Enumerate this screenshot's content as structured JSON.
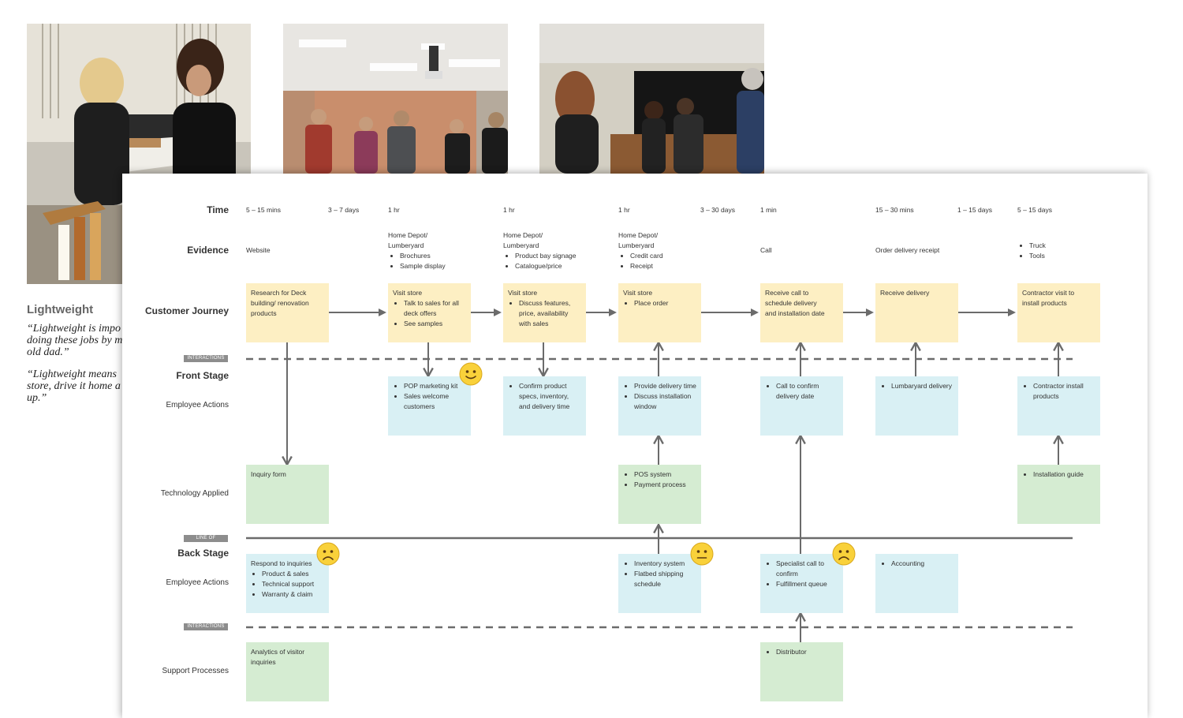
{
  "side": {
    "heading": "Lightweight",
    "quote1": [
      "“Lightweight is impo",
      "doing these jobs by m",
      "old dad.”"
    ],
    "quote2": [
      "“Lightweight means",
      "store, drive it home a",
      "up.”"
    ]
  },
  "board": {
    "rows": {
      "time": "Time",
      "evidence": "Evidence",
      "journey": "Customer Journey",
      "front_stage": "Front Stage",
      "front_sub": "Employee Actions",
      "technology": "Technology Applied",
      "back_stage": "Back Stage",
      "back_sub": "Employee Actions",
      "support": "Support Processes"
    },
    "tags": {
      "interactions_1": "INTERACTIONS",
      "visibility": "LINE OF VISIBILITY",
      "interactions_2": "INTERACTIONS"
    },
    "times": [
      "5 – 15 mins",
      "3 – 7 days",
      "1 hr",
      "1 hr",
      "1 hr",
      "3 – 30 days",
      "1 min",
      "15 – 30 mins",
      "1 – 15 days",
      "5 – 15 days"
    ],
    "evidence": {
      "website": "Website",
      "depot1": {
        "title": [
          "Home Depot/",
          "Lumberyard"
        ],
        "items": [
          "Brochures",
          "Sample display"
        ]
      },
      "depot2": {
        "title": [
          "Home Depot/",
          "Lumberyard"
        ],
        "items": [
          "Product bay signage",
          "Catalogue/price"
        ]
      },
      "depot3": {
        "title": [
          "Home Depot/",
          "Lumberyard"
        ],
        "items": [
          "Credit card",
          "Receipt"
        ]
      },
      "call": "Call",
      "receipt": "Order delivery receipt",
      "truck": {
        "items": [
          "Truck",
          "Tools"
        ]
      }
    },
    "journey": {
      "j1": {
        "lines": [
          "Research for Deck",
          "building/ renovation",
          "products"
        ]
      },
      "j2": {
        "title": "Visit store",
        "items": [
          "Talk to sales for all deck offers",
          "See samples"
        ]
      },
      "j3": {
        "title": "Visit store",
        "items": [
          "Discuss features, price, availability with sales"
        ]
      },
      "j4": {
        "title": "Visit store",
        "items": [
          "Place order"
        ]
      },
      "j5": {
        "lines": [
          "Receive call to",
          "schedule delivery",
          "and installation date"
        ]
      },
      "j6": {
        "lines": [
          "Receive delivery"
        ]
      },
      "j7": {
        "lines": [
          "Contractor visit to",
          "install products"
        ]
      }
    },
    "front": {
      "f1": {
        "items": [
          "POP marketing kit",
          "Sales welcome customers"
        ]
      },
      "f2": {
        "items": [
          "Confirm product specs, inventory, and delivery time"
        ]
      },
      "f3": {
        "items": [
          "Provide delivery time",
          "Discuss installation window"
        ]
      },
      "f4": {
        "items": [
          "Call to confirm delivery date"
        ]
      },
      "f5": {
        "items": [
          "Lumbaryard delivery"
        ]
      },
      "f6": {
        "items": [
          "Contractor install products"
        ]
      }
    },
    "tech": {
      "t1": {
        "lines": [
          "Inquiry form"
        ]
      },
      "t2": {
        "items": [
          "POS system",
          "Payment process"
        ]
      },
      "t3": {
        "items": [
          "Installation guide"
        ]
      }
    },
    "back": {
      "b1": {
        "title": "Respond to inquiries",
        "items": [
          "Product & sales",
          "Technical support",
          "Warranty & claim"
        ]
      },
      "b2": {
        "items": [
          "Inventory system",
          "Flatbed shipping schedule"
        ]
      },
      "b3": {
        "items": [
          "Specialist call to confirm",
          "Fulfillment queue"
        ]
      },
      "b4": {
        "items": [
          "Accounting"
        ]
      }
    },
    "support": {
      "s1": {
        "lines": [
          "Analytics of visitor",
          "inquiries"
        ]
      },
      "s2": {
        "items": [
          "Distributor"
        ]
      }
    },
    "emotions": {
      "e1": "happy-face",
      "e2": "sad-face",
      "e3": "neutral-face",
      "e4": "sad-face"
    },
    "colors": {
      "journey": "#fdefc3",
      "frontstage": "#d9f0f4",
      "technology": "#d5ecd2",
      "connector": "#6b6b6b",
      "emoji": "#f9d13a"
    }
  }
}
